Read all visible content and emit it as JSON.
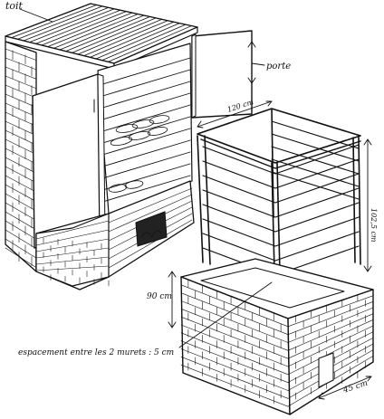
{
  "labels": {
    "toit": "toit",
    "porte": "porte",
    "width_top": "120 cm",
    "height_right": "102,5 cm",
    "height_base": "90 cm",
    "spacing_note": "espacement entre les 2 murets : 5 cm",
    "depth_bottom": "45 cm"
  },
  "colors": {
    "ink": "#111111",
    "paper": "#ffffff"
  }
}
